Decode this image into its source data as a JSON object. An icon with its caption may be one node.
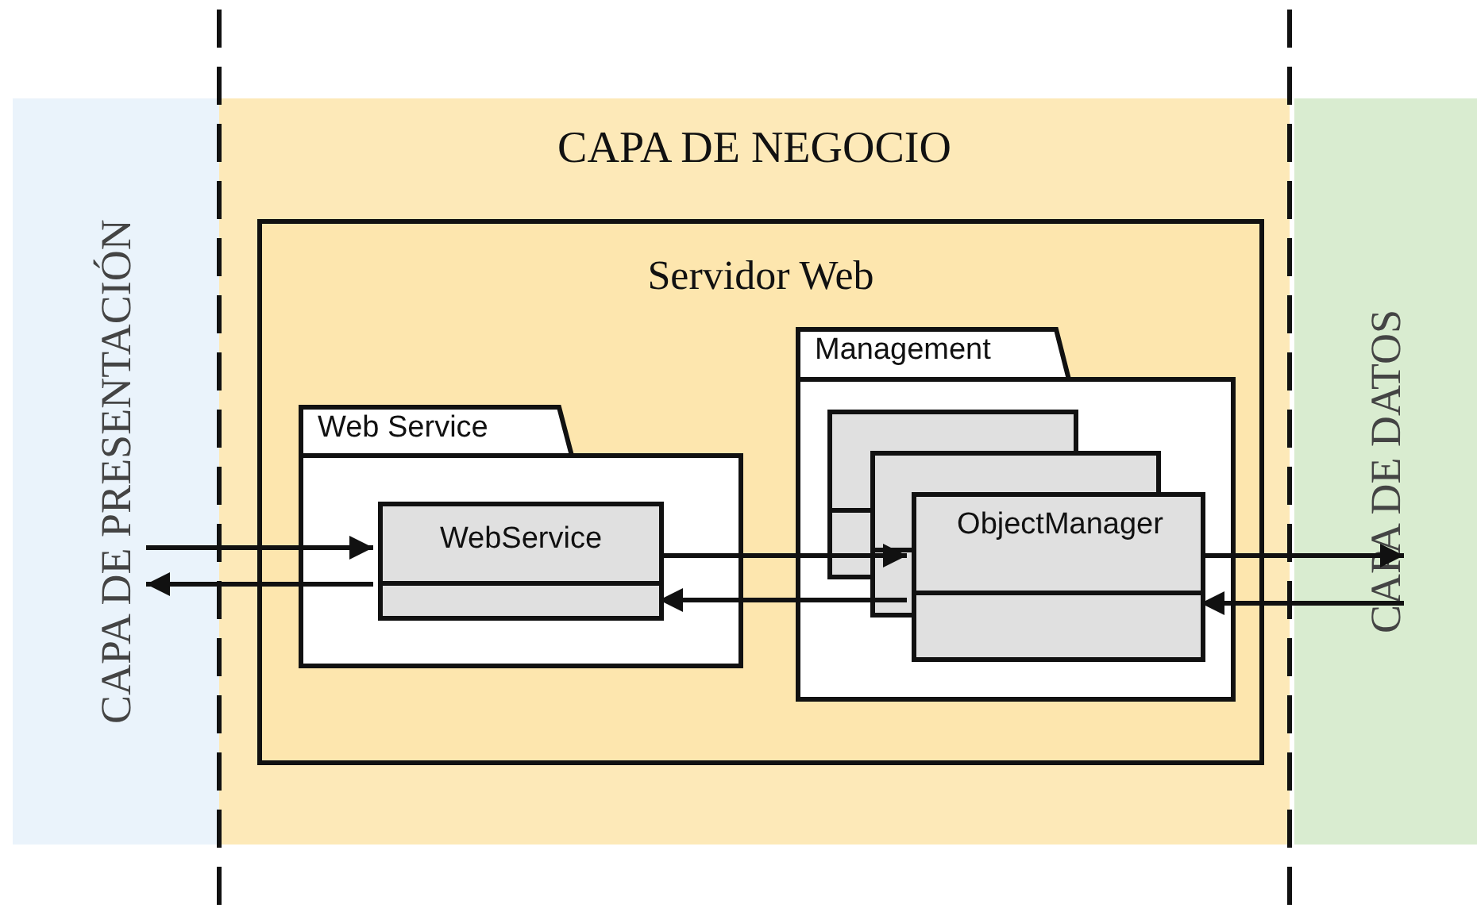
{
  "diagram": {
    "nodes": [
      {
        "text": [
          "CAPA DE PRESENTACIÓN"
        ]
      },
      {
        "text": [
          "CAPA DE NEGOCIO"
        ]
      },
      {
        "text": [
          "Servidor Web"
        ],
        "in": 1
      },
      {
        "text": [
          "Web Service"
        ],
        "in": 2
      },
      {
        "text": [
          "WebService"
        ],
        "in": 3
      },
      {
        "text": [
          "Management"
        ],
        "in": 2
      },
      {
        "text": [
          "ObjectManager"
        ],
        "in": 5
      },
      {
        "text": [
          "CAPA DE DATOS"
        ]
      }
    ],
    "edges": [
      {
        "from": 0,
        "to": 4,
        "arrow": "to"
      },
      {
        "from": 4,
        "to": 0,
        "arrow": "to"
      },
      {
        "from": 4,
        "to": 6,
        "arrow": "to"
      },
      {
        "from": 6,
        "to": 4,
        "arrow": "to"
      },
      {
        "from": 6,
        "to": 7,
        "arrow": "to"
      },
      {
        "from": 7,
        "to": 6,
        "arrow": "to"
      }
    ]
  }
}
